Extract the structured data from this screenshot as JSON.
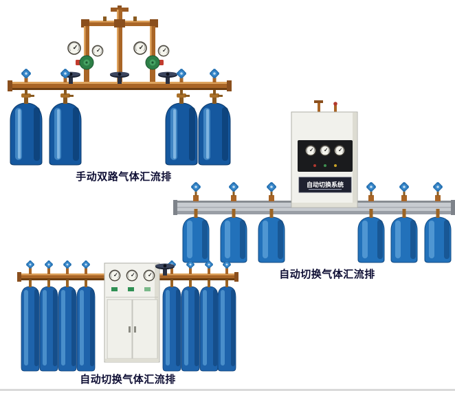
{
  "products": [
    {
      "id": "manual-dual-manifold",
      "caption": "手动双路气体汇流排",
      "cylinder_count": 4
    },
    {
      "id": "auto-switch-manifold-wall-cabinet",
      "caption": "自动切换气体汇流排",
      "cabinet_label": "自动切换系统",
      "cylinder_count": 6
    },
    {
      "id": "auto-switch-manifold-floor-cabinet",
      "caption": "自动切换气体汇流排",
      "cylinder_count": 8
    }
  ],
  "colors": {
    "cylinder_blue": "#1e63ab",
    "cylinder_highlight": "#5498d2",
    "brass_pipe": "#a96526",
    "brass_dark": "#8a4f1d",
    "knob_blue": "#3787ca",
    "handwheel_dark": "#1c2333",
    "regulator_green": "#2d7f47",
    "rail_silver": "#c7cbd0",
    "cabinet_body": "#f1f1ec",
    "panel_black": "#1a1b1d",
    "caption_text": "#0d0d33"
  }
}
